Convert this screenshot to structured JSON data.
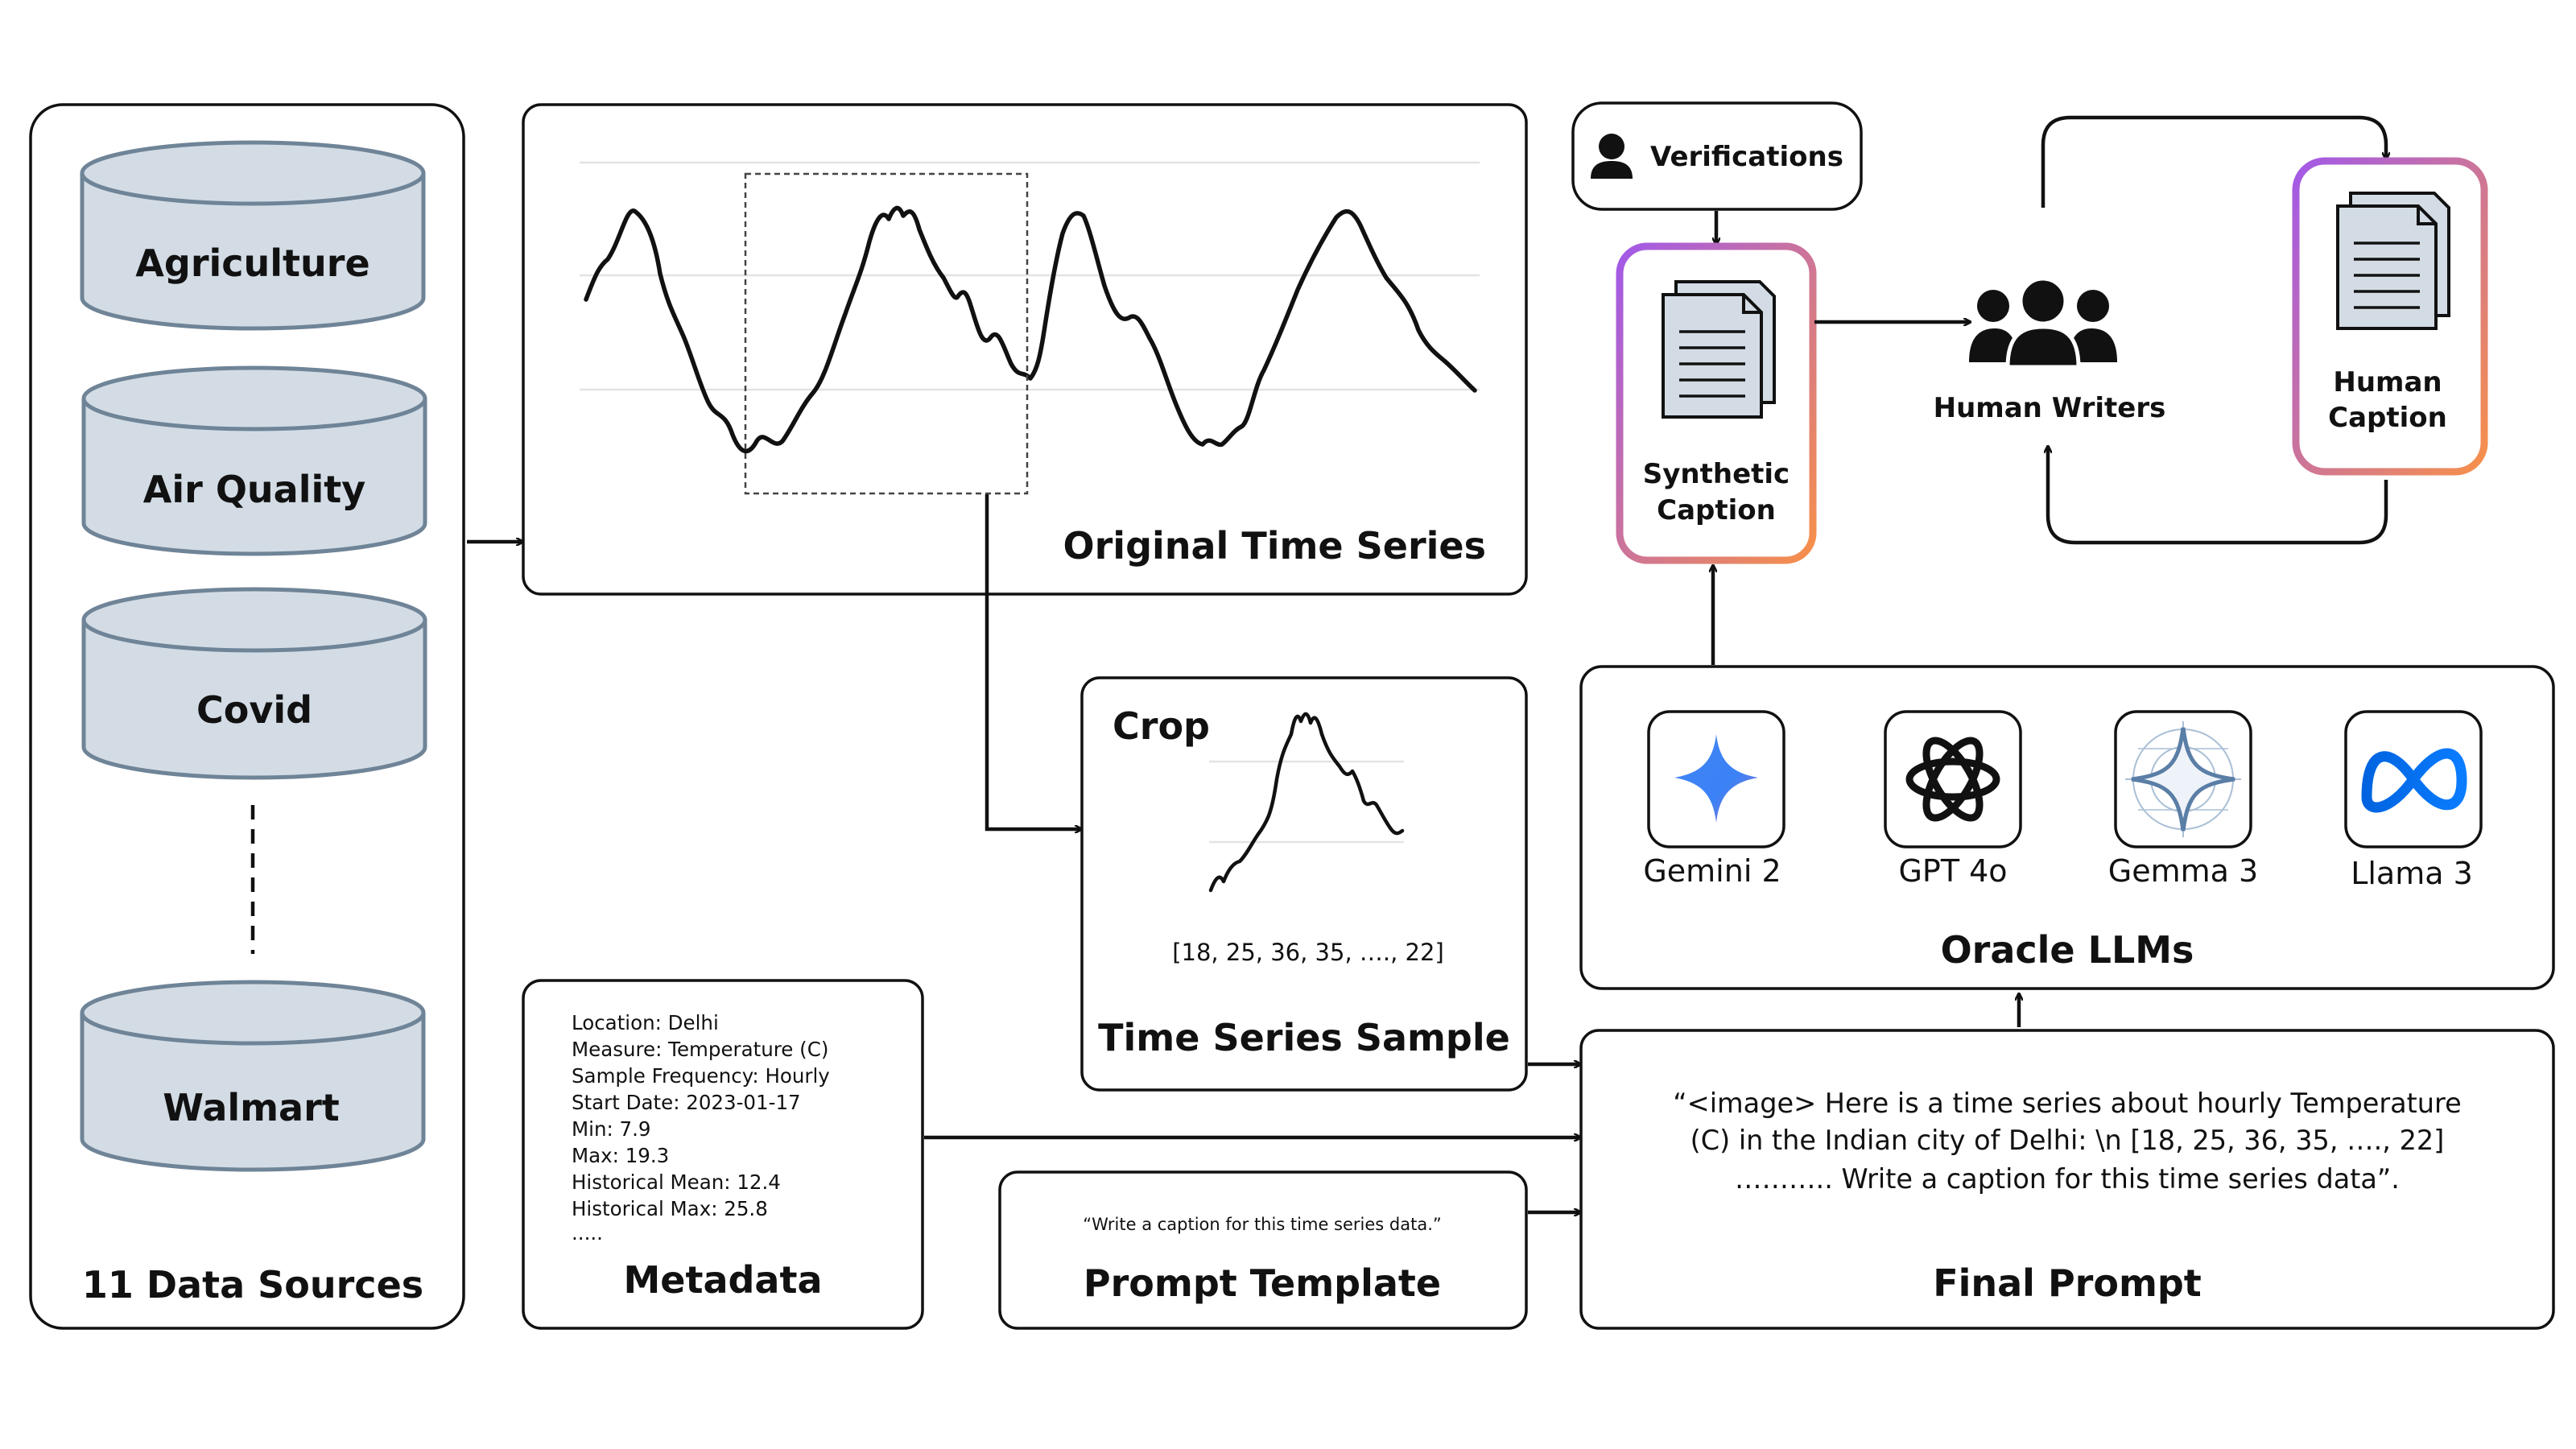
{
  "data_sources": {
    "items": [
      "Agriculture",
      "Air Quality",
      "Covid",
      "Walmart"
    ],
    "title": "11 Data Sources"
  },
  "original_series": {
    "title": "Original Time Series"
  },
  "crop": {
    "label": "Crop",
    "sequence": "[18, 25, 36, 35, …., 22]",
    "title": "Time Series Sample"
  },
  "metadata": {
    "lines": [
      "Location: Delhi",
      "Measure: Temperature (C)",
      "Sample Frequency: Hourly",
      "Start Date: 2023-01-17",
      "Min: 7.9",
      "Max: 19.3",
      "Historical Mean: 12.4",
      "Historical Max: 25.8",
      "....."
    ],
    "title": "Metadata"
  },
  "prompt_template": {
    "text": "“Write a caption for this time series data.”",
    "title": "Prompt Template"
  },
  "final_prompt": {
    "lines": [
      "“<image> Here is a time series about hourly Temperature",
      "(C) in the Indian city of Delhi: \\n [18, 25, 36, 35, …., 22]",
      "……….. Write a caption for this time series data”."
    ],
    "title": "Final Prompt"
  },
  "oracle": {
    "title": "Oracle LLMs",
    "models": [
      {
        "name": "Gemini 2",
        "icon": "gemini-icon"
      },
      {
        "name": "GPT 4o",
        "icon": "openai-icon"
      },
      {
        "name": "Gemma 3",
        "icon": "gemma-icon"
      },
      {
        "name": "Llama 3",
        "icon": "meta-icon"
      }
    ]
  },
  "verifications": {
    "label": "Verifications",
    "icon": "person-icon"
  },
  "synthetic_caption": {
    "line1": "Synthetic",
    "line2": "Caption",
    "icon": "document-icon"
  },
  "human_writers": {
    "label": "Human Writers",
    "icon": "group-icon"
  },
  "human_caption": {
    "line1": "Human",
    "line2": "Caption",
    "icon": "document-icon"
  },
  "colors": {
    "cylinder_fill": "#d3dce5",
    "cylinder_stroke": "#6f8497",
    "gradient_start": "#a259e8",
    "gradient_end": "#f7904a",
    "gemini_blue": "#3b82f6",
    "meta_blue": "#0866ff"
  }
}
